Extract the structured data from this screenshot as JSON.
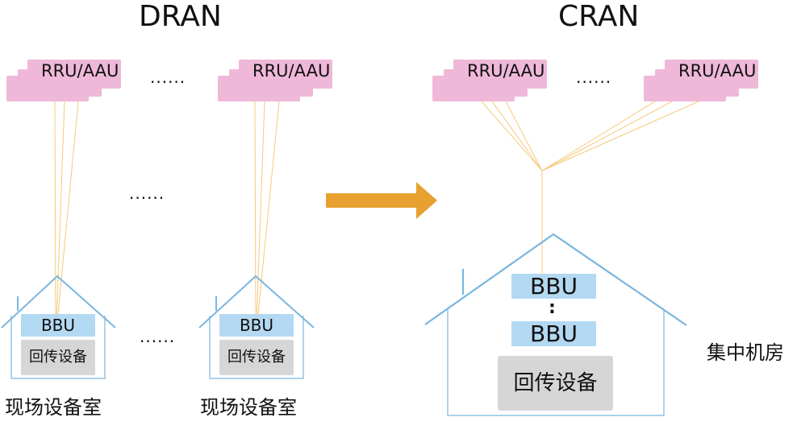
{
  "diagram": {
    "left": {
      "title": "DRAN",
      "rru_label": "RRU/AAU",
      "ellipsis": "......",
      "bbu_label": "BBU",
      "backhaul_label": "回传设备",
      "site_label": "现场设备室"
    },
    "right": {
      "title": "CRAN",
      "rru_label": "RRU/AAU",
      "ellipsis": "......",
      "bbu_label": "BBU",
      "bbu_separator": ":",
      "backhaul_label": "回传设备",
      "site_label": "集中机房"
    },
    "colors": {
      "rru": "#efb8d8",
      "bbu": "#b3d9f2",
      "backhaul": "#d6d6d6",
      "house": "#7ab6e0",
      "fiber": "#f5c97a",
      "arrow": "#e8a030"
    }
  }
}
